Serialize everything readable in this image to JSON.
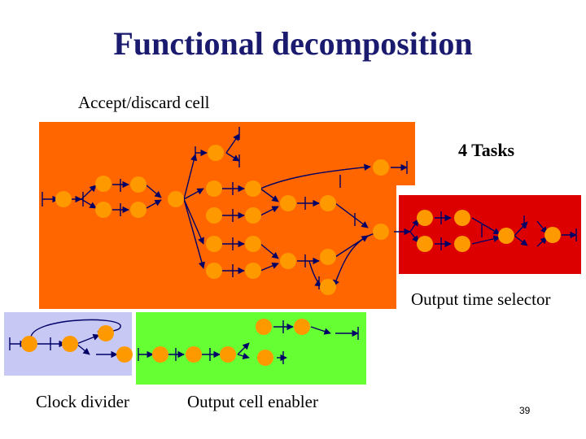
{
  "title": "Functional decomposition",
  "labels": {
    "accept_discard": "Accept/discard cell",
    "tasks": "4 Tasks",
    "output_time_selector": "Output time selector",
    "clock_divider": "Clock divider",
    "output_cell_enabler": "Output cell enabler"
  },
  "page_number": "39",
  "colors": {
    "title": "#1a1a6e",
    "accept_discard_region": "#ff6600",
    "output_time_selector_region": "#dd0000",
    "clock_divider_region": "#c8c8f5",
    "output_cell_enabler_region": "#66ff33",
    "node": "#ff9900",
    "wire": "#000066"
  }
}
